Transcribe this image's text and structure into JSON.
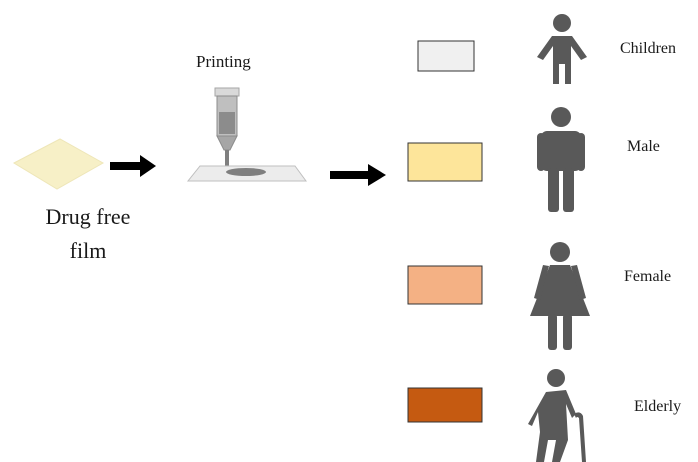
{
  "step_label": "Printing",
  "input_label_line1": "Drug free",
  "input_label_line2": "film",
  "film_color": "#f7f0c7",
  "outputs": [
    {
      "label": "Children",
      "color": "#f0f0f0",
      "icon": "child-icon"
    },
    {
      "label": "Male",
      "color": "#fde59a",
      "icon": "man-icon"
    },
    {
      "label": "Female",
      "color": "#f4b184",
      "icon": "woman-icon"
    },
    {
      "label": "Elderly",
      "color": "#c55a11",
      "icon": "elderly-icon"
    }
  ],
  "icon_color": "#595959"
}
